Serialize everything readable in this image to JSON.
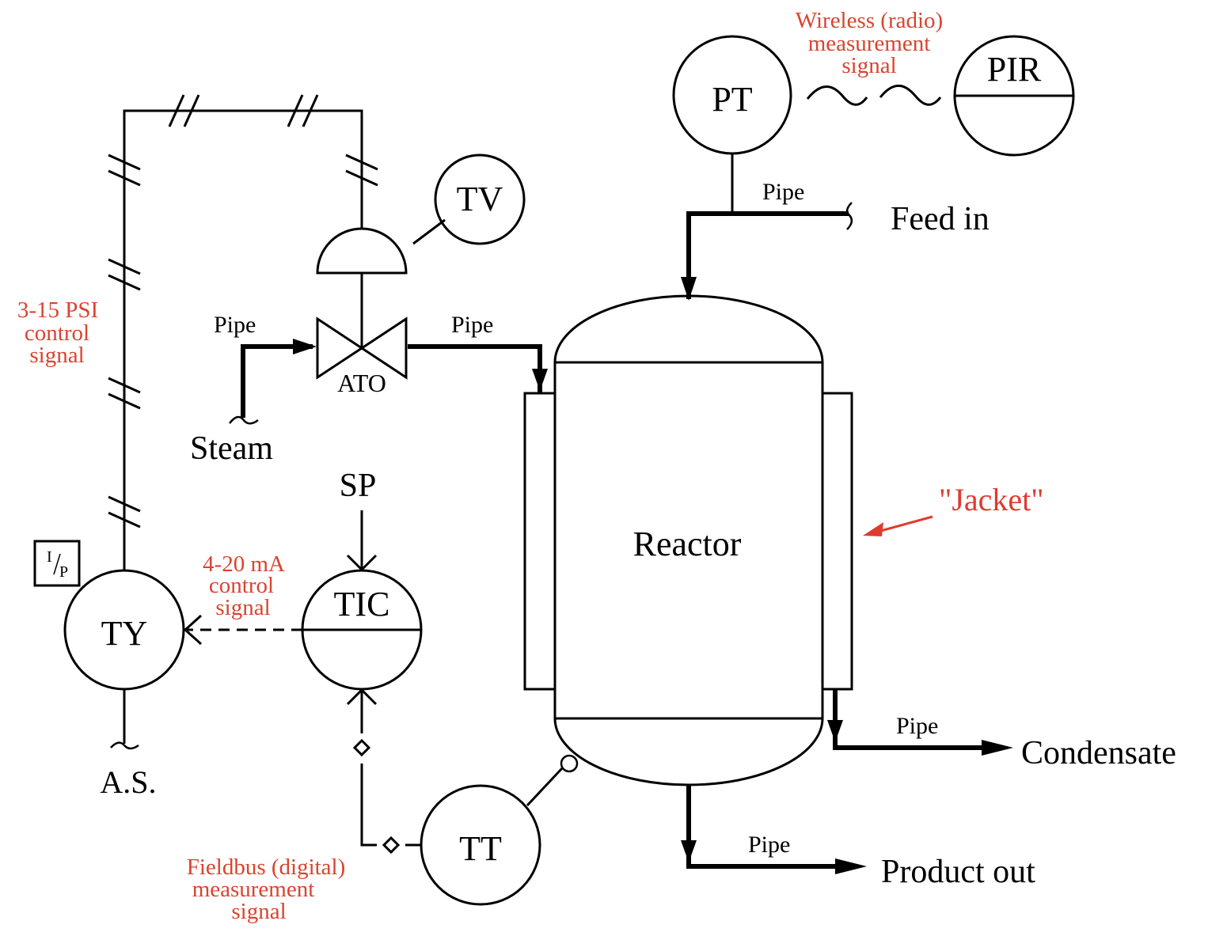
{
  "colors": {
    "line": "#000000",
    "annotation": "#d9442f",
    "jacket_callout": "#e03a2f",
    "background": "#ffffff"
  },
  "instruments": {
    "pt": "PT",
    "pir": "PIR",
    "tv": "TV",
    "tic": "TIC",
    "ty": "TY",
    "tt": "TT"
  },
  "labels": {
    "ato": "ATO",
    "sp": "SP",
    "ip_num": "I",
    "ip_den": "P",
    "air_supply": "A.S.",
    "steam": "Steam",
    "feed_in": "Feed in",
    "reactor": "Reactor",
    "condensate": "Condensate",
    "product_out": "Product out",
    "jacket": "\"Jacket\"",
    "pipe": "Pipe"
  },
  "annotations": {
    "pneumatic": [
      "3-15 PSI",
      "control",
      "signal"
    ],
    "current": [
      "4-20 mA",
      "control",
      "signal"
    ],
    "wireless": [
      "Wireless (radio)",
      "measurement",
      "signal"
    ],
    "fieldbus": [
      "Fieldbus (digital)",
      "measurement",
      "signal"
    ]
  }
}
